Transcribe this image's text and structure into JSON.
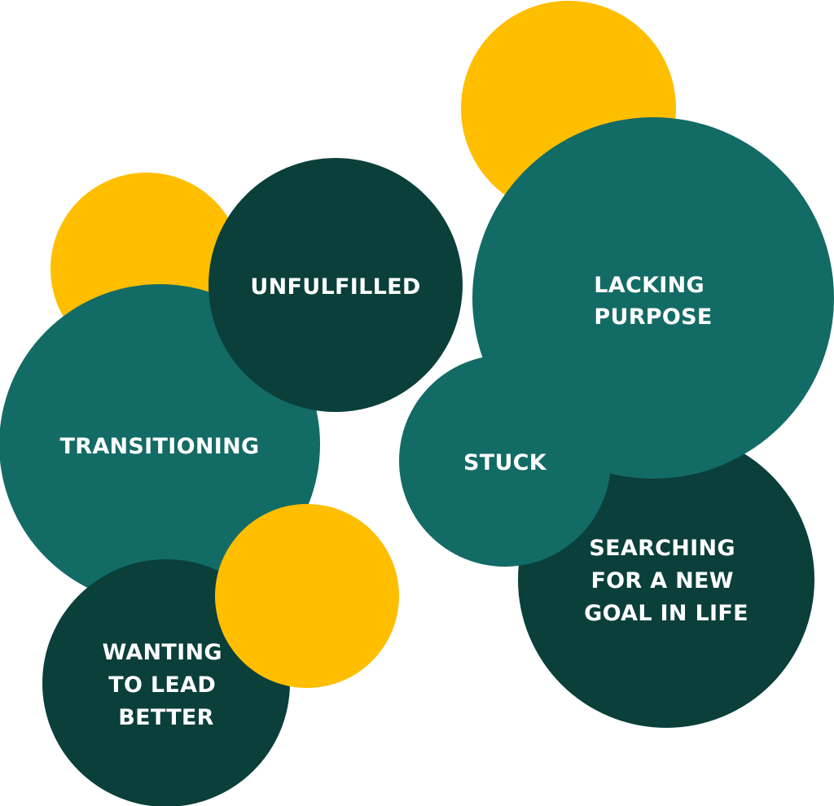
{
  "colors": {
    "yellow": "#FFBE00",
    "teal": "#136B65",
    "dark": "#0A3F3A",
    "text": "#FFFFFF"
  },
  "bubbles": {
    "unfulfilled": [
      "UNFULFILLED"
    ],
    "lacking_purpose": [
      "LACKING",
      "PURPOSE"
    ],
    "transitioning": [
      "TRANSITIONING"
    ],
    "stuck": [
      "STUCK"
    ],
    "searching": [
      "SEARCHING",
      "FOR A NEW",
      "GOAL IN LIFE"
    ],
    "wanting": [
      "WANTING",
      "TO LEAD",
      "BETTER"
    ]
  }
}
